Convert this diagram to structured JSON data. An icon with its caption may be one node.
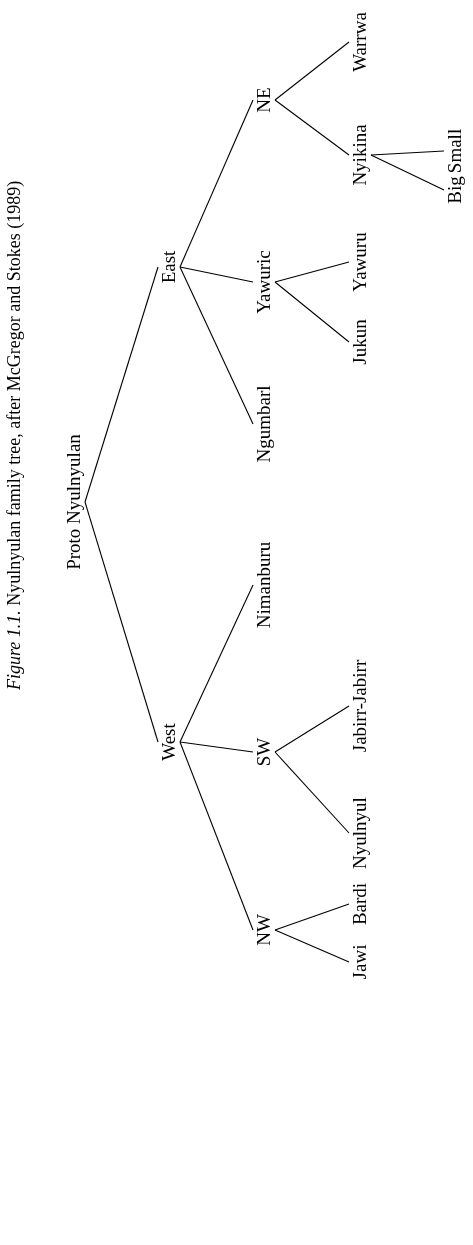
{
  "diagram": {
    "caption": "*Figure 1.1.* Nyulnyulan family tree, after McGregor and Stokes (1989)",
    "nodes": [
      {
        "text": [
          "Proto Nyulnyulan"
        ]
      },
      {
        "text": [
          "West"
        ]
      },
      {
        "text": [
          "East"
        ]
      },
      {
        "text": [
          "NW"
        ]
      },
      {
        "text": [
          "SW"
        ]
      },
      {
        "text": [
          "Nimanburu"
        ]
      },
      {
        "text": [
          "Ngumbarl"
        ]
      },
      {
        "text": [
          "Yawuric"
        ]
      },
      {
        "text": [
          "NE"
        ]
      },
      {
        "text": [
          "Jawi"
        ]
      },
      {
        "text": [
          "Bardi"
        ]
      },
      {
        "text": [
          "Nyulnyul"
        ]
      },
      {
        "text": [
          "Jabirr-Jabirr"
        ]
      },
      {
        "text": [
          "Jukun"
        ]
      },
      {
        "text": [
          "Yawuru"
        ]
      },
      {
        "text": [
          "Nyikina"
        ]
      },
      {
        "text": [
          "Warrwa"
        ]
      },
      {
        "text": [
          "Big"
        ]
      },
      {
        "text": [
          "Small"
        ]
      }
    ],
    "edges": [
      {
        "from": 0,
        "to": 1,
        "arrow": "none"
      },
      {
        "from": 0,
        "to": 2,
        "arrow": "none"
      },
      {
        "from": 1,
        "to": 3,
        "arrow": "none"
      },
      {
        "from": 1,
        "to": 4,
        "arrow": "none"
      },
      {
        "from": 1,
        "to": 5,
        "arrow": "none"
      },
      {
        "from": 2,
        "to": 6,
        "arrow": "none"
      },
      {
        "from": 2,
        "to": 7,
        "arrow": "none"
      },
      {
        "from": 2,
        "to": 8,
        "arrow": "none"
      },
      {
        "from": 3,
        "to": 9,
        "arrow": "none"
      },
      {
        "from": 3,
        "to": 10,
        "arrow": "none"
      },
      {
        "from": 4,
        "to": 11,
        "arrow": "none"
      },
      {
        "from": 4,
        "to": 12,
        "arrow": "none"
      },
      {
        "from": 7,
        "to": 13,
        "arrow": "none"
      },
      {
        "from": 7,
        "to": 14,
        "arrow": "none"
      },
      {
        "from": 8,
        "to": 15,
        "arrow": "none"
      },
      {
        "from": 8,
        "to": 16,
        "arrow": "none"
      },
      {
        "from": 15,
        "to": 17,
        "arrow": "none"
      },
      {
        "from": 15,
        "to": 18,
        "arrow": "none"
      }
    ]
  }
}
